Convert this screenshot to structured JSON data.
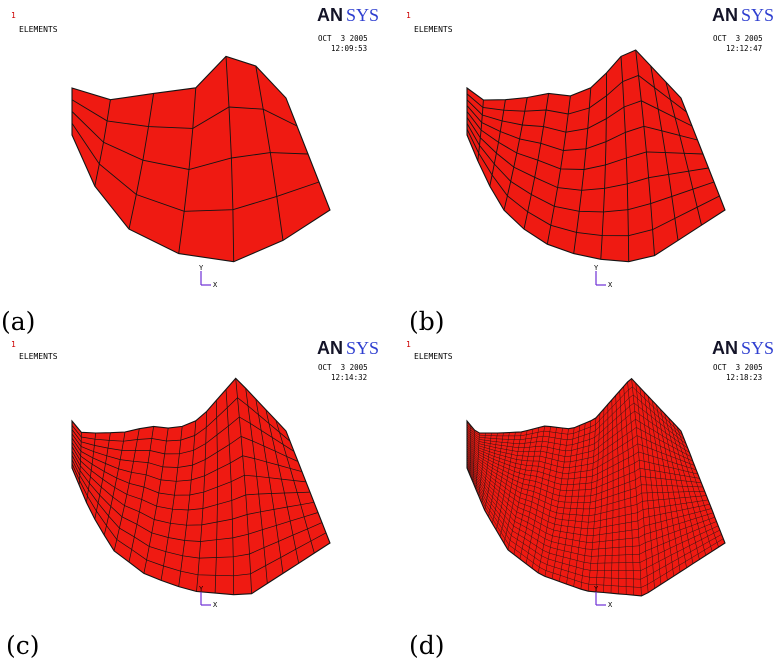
{
  "colors": {
    "mesh_fill": "#ef1a12",
    "mesh_line": "#141414",
    "marker": "#cc0000",
    "brand_dark": "#141428",
    "brand_blue": "#2f3fd0",
    "triad": "#6d2fd6"
  },
  "panels": [
    {
      "caption": "(a)",
      "window_num": "1",
      "label": "ELEMENTS",
      "brand_a": "AN",
      "brand_b": "SYS",
      "date": "OCT  3 2005",
      "time": "12:09:53",
      "axis_y": "Y",
      "axis_x": "X",
      "mesh": {
        "rows": 4,
        "cols": 6
      }
    },
    {
      "caption": "(b)",
      "window_num": "1",
      "label": "ELEMENTS",
      "brand_a": "AN",
      "brand_b": "SYS",
      "date": "OCT  3 2005",
      "time": "12:12:47",
      "axis_y": "Y",
      "axis_x": "X",
      "mesh": {
        "rows": 8,
        "cols": 12
      }
    },
    {
      "caption": "(c)",
      "window_num": "1",
      "label": "ELEMENTS",
      "brand_a": "AN",
      "brand_b": "SYS",
      "date": "OCT  3 2005",
      "time": "12:14:32",
      "axis_y": "Y",
      "axis_x": "X",
      "mesh": {
        "rows": 11,
        "cols": 18
      }
    },
    {
      "caption": "(d)",
      "window_num": "1",
      "label": "ELEMENTS",
      "brand_a": "AN",
      "brand_b": "SYS",
      "date": "OCT  3 2005",
      "time": "12:18:23",
      "axis_y": "Y",
      "axis_x": "X",
      "mesh": {
        "rows": 26,
        "cols": 44
      }
    }
  ]
}
